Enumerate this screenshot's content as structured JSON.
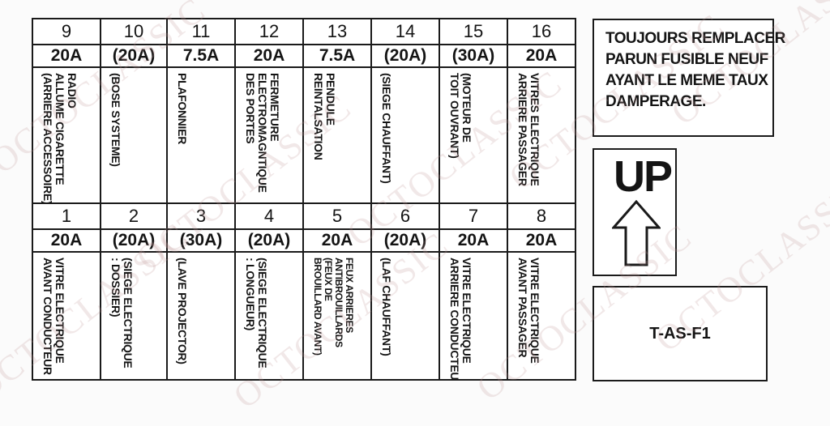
{
  "top_row": [
    {
      "number": "9",
      "amperage": "20A",
      "label": "RADIO\nALLUME CIGARETTE\n(ARRIERE ACCESSOIRE)"
    },
    {
      "number": "10",
      "amperage": "(20A)",
      "label": "(BOSE SYSTEME)"
    },
    {
      "number": "11",
      "amperage": "7.5A",
      "label": "PLAFONNIER"
    },
    {
      "number": "12",
      "amperage": "20A",
      "label": "FERMETURE\nELECTROMAGNTIQUE\nDES PORTES"
    },
    {
      "number": "13",
      "amperage": "7.5A",
      "label": "PENDULE\nREINTALSATION"
    },
    {
      "number": "14",
      "amperage": "(20A)",
      "label": "(SIEGE CHAUFFANT)"
    },
    {
      "number": "15",
      "amperage": "(30A)",
      "label": "(MOTEUR DE\nTOIT OUVRANT)"
    },
    {
      "number": "16",
      "amperage": "20A",
      "label": "VITRES ELECTRIQUE\nARRIERE PASSAGER"
    }
  ],
  "bottom_row": [
    {
      "number": "1",
      "amperage": "20A",
      "label": "VITRE ELECTRIQUE\nAVANT CONDUCTEUR"
    },
    {
      "number": "2",
      "amperage": "(20A)",
      "label": "(SIEGE ELECTRIQUE\n: DOSSIER)"
    },
    {
      "number": "3",
      "amperage": "(30A)",
      "label": "(LAVE PROJECTOR)"
    },
    {
      "number": "4",
      "amperage": "(20A)",
      "label": "(SIEGE ELECTRIQUE\n: LONGUEUR)"
    },
    {
      "number": "5",
      "amperage": "20A",
      "label": "FEUX ARRIERES\nANTIBROUILLARDS\n(FEUX DE\nBROUILLARD AVANT)"
    },
    {
      "number": "6",
      "amperage": "(20A)",
      "label": "(LAF CHAUFFANT)"
    },
    {
      "number": "7",
      "amperage": "20A",
      "label": "VITRE ELECTRIQUE\nARRIERE CONDUCTEUR"
    },
    {
      "number": "8",
      "amperage": "20A",
      "label": "VITRE ELECTRIQUE\nAVANT PASSAGER"
    }
  ],
  "notice": {
    "line1": "TOUJOURS REMPLACER",
    "line2": "PARUN FUSIBLE NEUF",
    "line3": "AYANT LE MEME TAUX",
    "line4": "DAMPERAGE."
  },
  "up_label": "UP",
  "part_code": "T-AS-F1",
  "watermark": "OCTOCLASSIC"
}
